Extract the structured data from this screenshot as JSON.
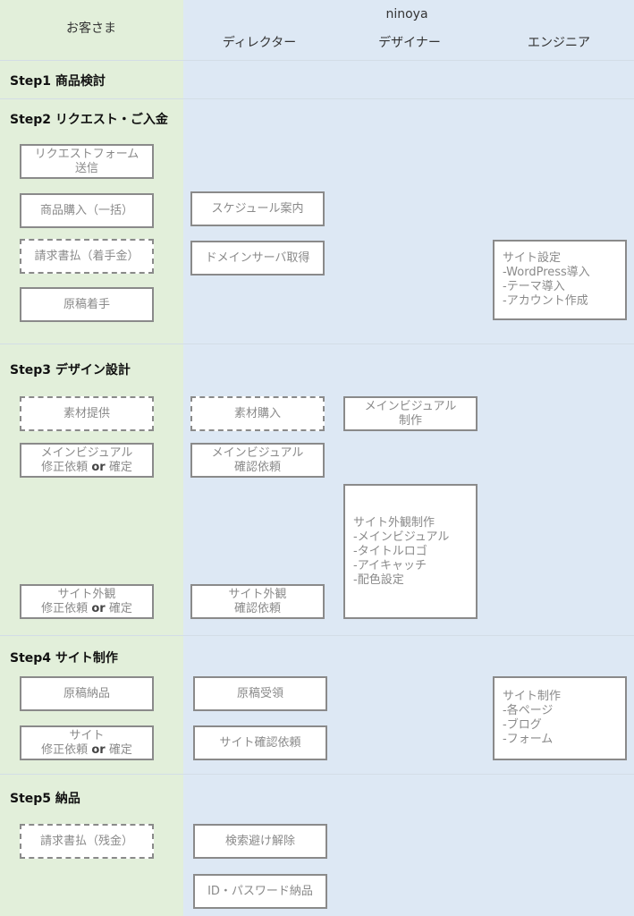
{
  "header": {
    "customer": "お客さま",
    "company": "ninoya",
    "roles": [
      "ディレクター",
      "デザイナー",
      "エンジニア"
    ]
  },
  "steps": [
    "Step1 商品検討",
    "Step2 リクエスト・ご入金",
    "Step3 デザイン設計",
    "Step4 サイト制作",
    "Step5 納品"
  ],
  "or": "or",
  "boxes": {
    "request_form": [
      "リクエストフォーム",
      "送信"
    ],
    "purchase": "商品購入（一括）",
    "invoice_deposit": "請求書払（着手金）",
    "manuscript_start": "原稿着手",
    "schedule": "スケジュール案内",
    "domain": "ドメインサーバ取得",
    "site_setup": [
      "サイト設定",
      "-WordPress導入",
      "-テーマ導入",
      "-アカウント作成"
    ],
    "material_provide": "素材提供",
    "material_buy": "素材購入",
    "mv_make": [
      "メインビジュアル",
      "制作"
    ],
    "mv_fix": [
      "メインビジュアル",
      "修正依頼",
      "確定"
    ],
    "mv_check": [
      "メインビジュアル",
      "確認依頼"
    ],
    "look_make": [
      "サイト外観制作",
      "-メインビジュアル",
      "-タイトルロゴ",
      "-アイキャッチ",
      "-配色設定"
    ],
    "look_fix": [
      "サイト外観",
      "修正依頼",
      "確定"
    ],
    "look_check": [
      "サイト外観",
      "確認依頼"
    ],
    "manuscript_deliver": "原稿納品",
    "manuscript_receive": "原稿受領",
    "site_fix": [
      "サイト",
      "修正依頼",
      "確定"
    ],
    "site_check": "サイト確認依頼",
    "site_build": [
      "サイト制作",
      "-各ページ",
      "-ブログ",
      "-フォーム"
    ],
    "invoice_rest": "請求書払（残金）",
    "noindex": "検索避け解除",
    "id_deliver": "ID・パスワード納品"
  }
}
